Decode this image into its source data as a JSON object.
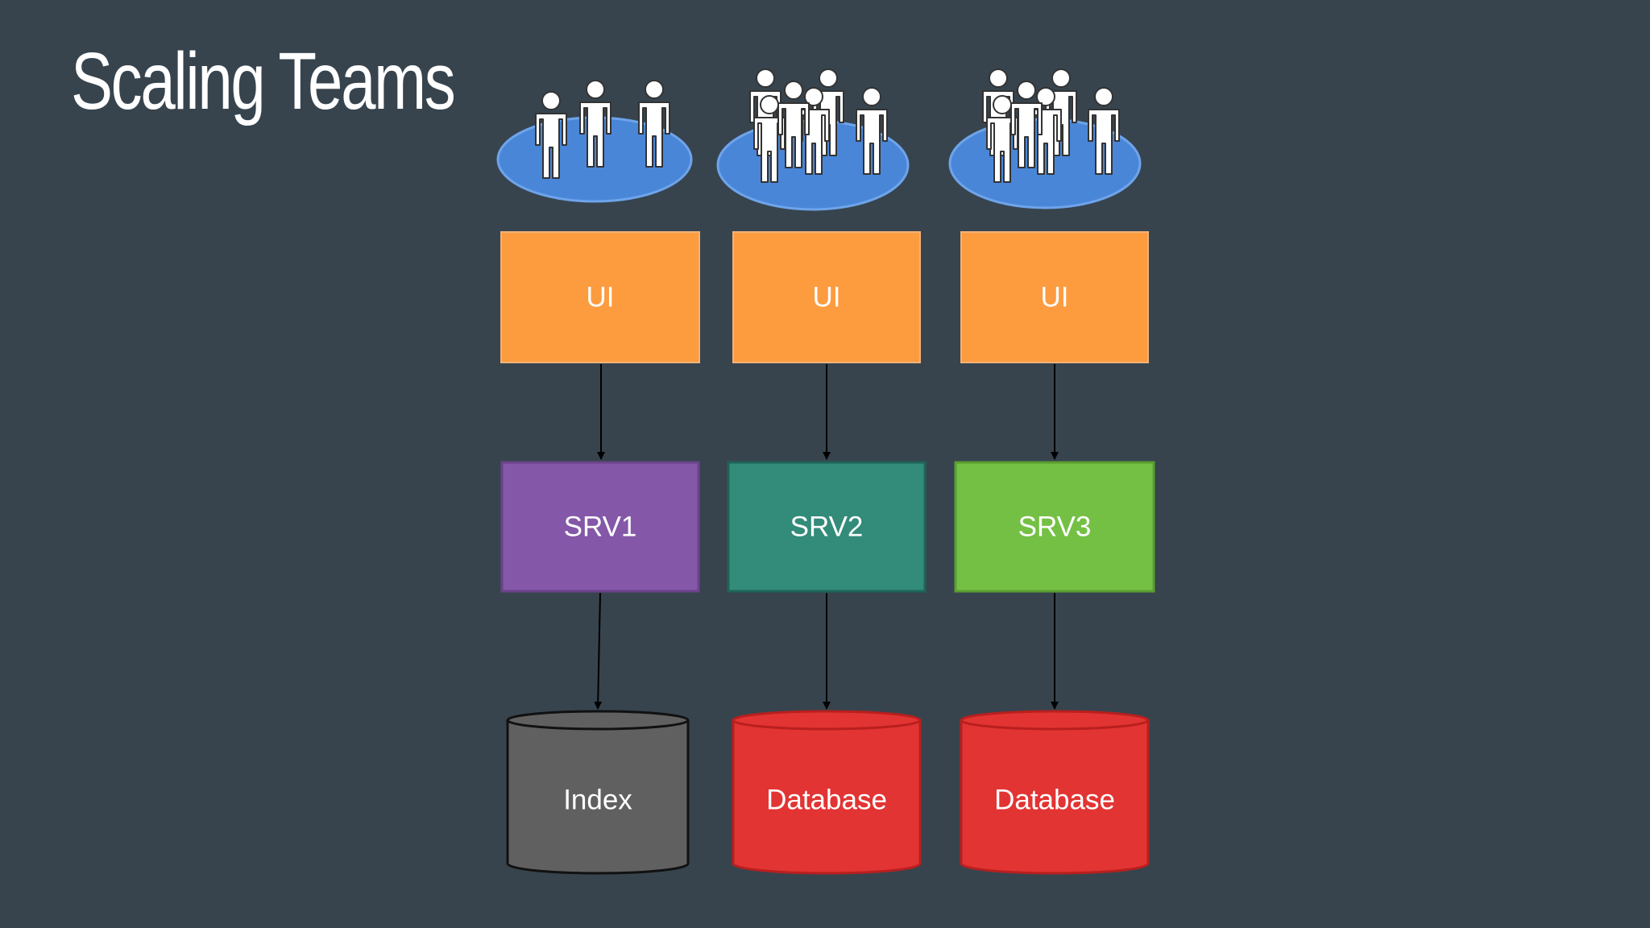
{
  "slide": {
    "title": "Scaling Teams"
  },
  "colors": {
    "background": "#37444e",
    "team_ellipse": "#4a86d8",
    "team_ellipse_stroke": "#6ea4ea",
    "ui_box": "#fd9b3f",
    "srv1": "#8457a8",
    "srv2": "#338b7a",
    "srv3": "#74c045",
    "index_store": "#606060",
    "database_store": "#e23433",
    "arrow": "#000000"
  },
  "columns": [
    {
      "team": {
        "icon": "people-group-icon",
        "people_count": 3
      },
      "ui": {
        "label": "UI"
      },
      "service": {
        "label": "SRV1"
      },
      "store": {
        "label": "Index",
        "kind": "index"
      }
    },
    {
      "team": {
        "icon": "people-group-icon",
        "people_count": 6
      },
      "ui": {
        "label": "UI"
      },
      "service": {
        "label": "SRV2"
      },
      "store": {
        "label": "Database",
        "kind": "database"
      }
    },
    {
      "team": {
        "icon": "people-group-icon",
        "people_count": 6
      },
      "ui": {
        "label": "UI"
      },
      "service": {
        "label": "SRV3"
      },
      "store": {
        "label": "Database",
        "kind": "database"
      }
    }
  ]
}
